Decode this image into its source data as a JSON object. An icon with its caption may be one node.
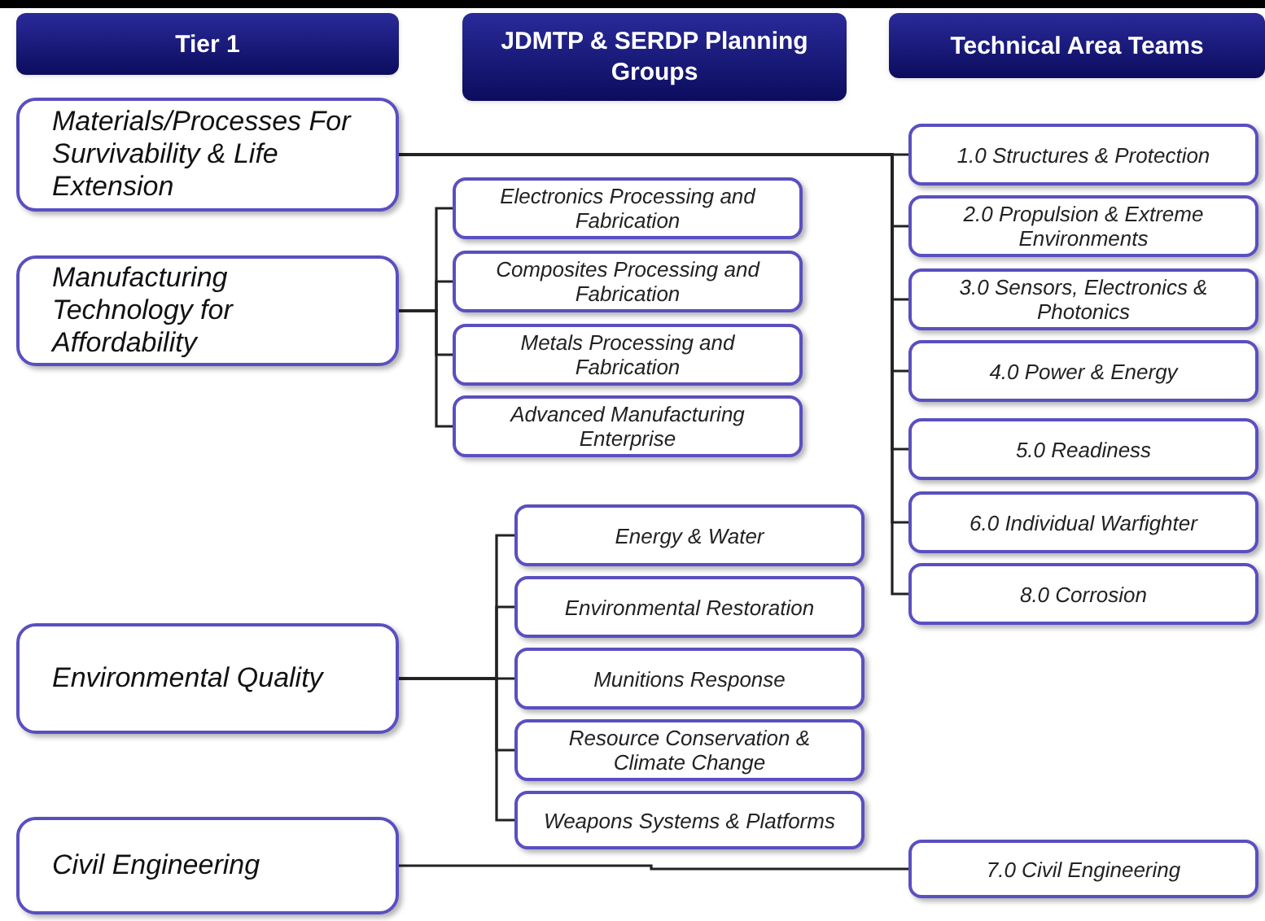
{
  "diagram": {
    "nodes": [
      {
        "text": [
          "Tier 1"
        ]
      },
      {
        "text": [
          "JDMTP & SERDP Planning Groups"
        ]
      },
      {
        "text": [
          "Technical Area Teams"
        ]
      },
      {
        "text": [
          "Materials/Processes For Survivability & Life Extension"
        ]
      },
      {
        "text": [
          "Manufacturing Technology for Affordability"
        ]
      },
      {
        "text": [
          "Environmental Quality"
        ]
      },
      {
        "text": [
          "Civil Engineering"
        ]
      },
      {
        "text": [
          "Electronics Processing and Fabrication"
        ]
      },
      {
        "text": [
          "Composites Processing and Fabrication"
        ]
      },
      {
        "text": [
          "Metals Processing and Fabrication"
        ]
      },
      {
        "text": [
          "Advanced Manufacturing Enterprise"
        ]
      },
      {
        "text": [
          "Energy & Water"
        ]
      },
      {
        "text": [
          "Environmental Restoration"
        ]
      },
      {
        "text": [
          "Munitions Response"
        ]
      },
      {
        "text": [
          "Resource Conservation & Climate Change"
        ]
      },
      {
        "text": [
          "Weapons Systems & Platforms"
        ]
      },
      {
        "text": [
          "1.0 Structures & Protection"
        ]
      },
      {
        "text": [
          "2.0 Propulsion & Extreme Environments"
        ]
      },
      {
        "text": [
          "3.0 Sensors, Electronics & Photonics"
        ]
      },
      {
        "text": [
          "4.0 Power & Energy"
        ]
      },
      {
        "text": [
          "5.0 Readiness"
        ]
      },
      {
        "text": [
          "6.0 Individual Warfighter"
        ]
      },
      {
        "text": [
          "8.0 Corrosion"
        ]
      },
      {
        "text": [
          "7.0 Civil Engineering"
        ]
      }
    ],
    "edges": [
      {
        "from": 3,
        "to": 16,
        "arrow": "none"
      },
      {
        "from": 3,
        "to": 17,
        "arrow": "none"
      },
      {
        "from": 3,
        "to": 18,
        "arrow": "none"
      },
      {
        "from": 3,
        "to": 19,
        "arrow": "none"
      },
      {
        "from": 3,
        "to": 20,
        "arrow": "none"
      },
      {
        "from": 3,
        "to": 21,
        "arrow": "none"
      },
      {
        "from": 3,
        "to": 22,
        "arrow": "none"
      },
      {
        "from": 4,
        "to": 7,
        "arrow": "none"
      },
      {
        "from": 4,
        "to": 8,
        "arrow": "none"
      },
      {
        "from": 4,
        "to": 9,
        "arrow": "none"
      },
      {
        "from": 4,
        "to": 10,
        "arrow": "none"
      },
      {
        "from": 5,
        "to": 11,
        "arrow": "none"
      },
      {
        "from": 5,
        "to": 12,
        "arrow": "none"
      },
      {
        "from": 5,
        "to": 13,
        "arrow": "none"
      },
      {
        "from": 5,
        "to": 14,
        "arrow": "none"
      },
      {
        "from": 5,
        "to": 15,
        "arrow": "none"
      },
      {
        "from": 6,
        "to": 23,
        "arrow": "none"
      }
    ]
  }
}
